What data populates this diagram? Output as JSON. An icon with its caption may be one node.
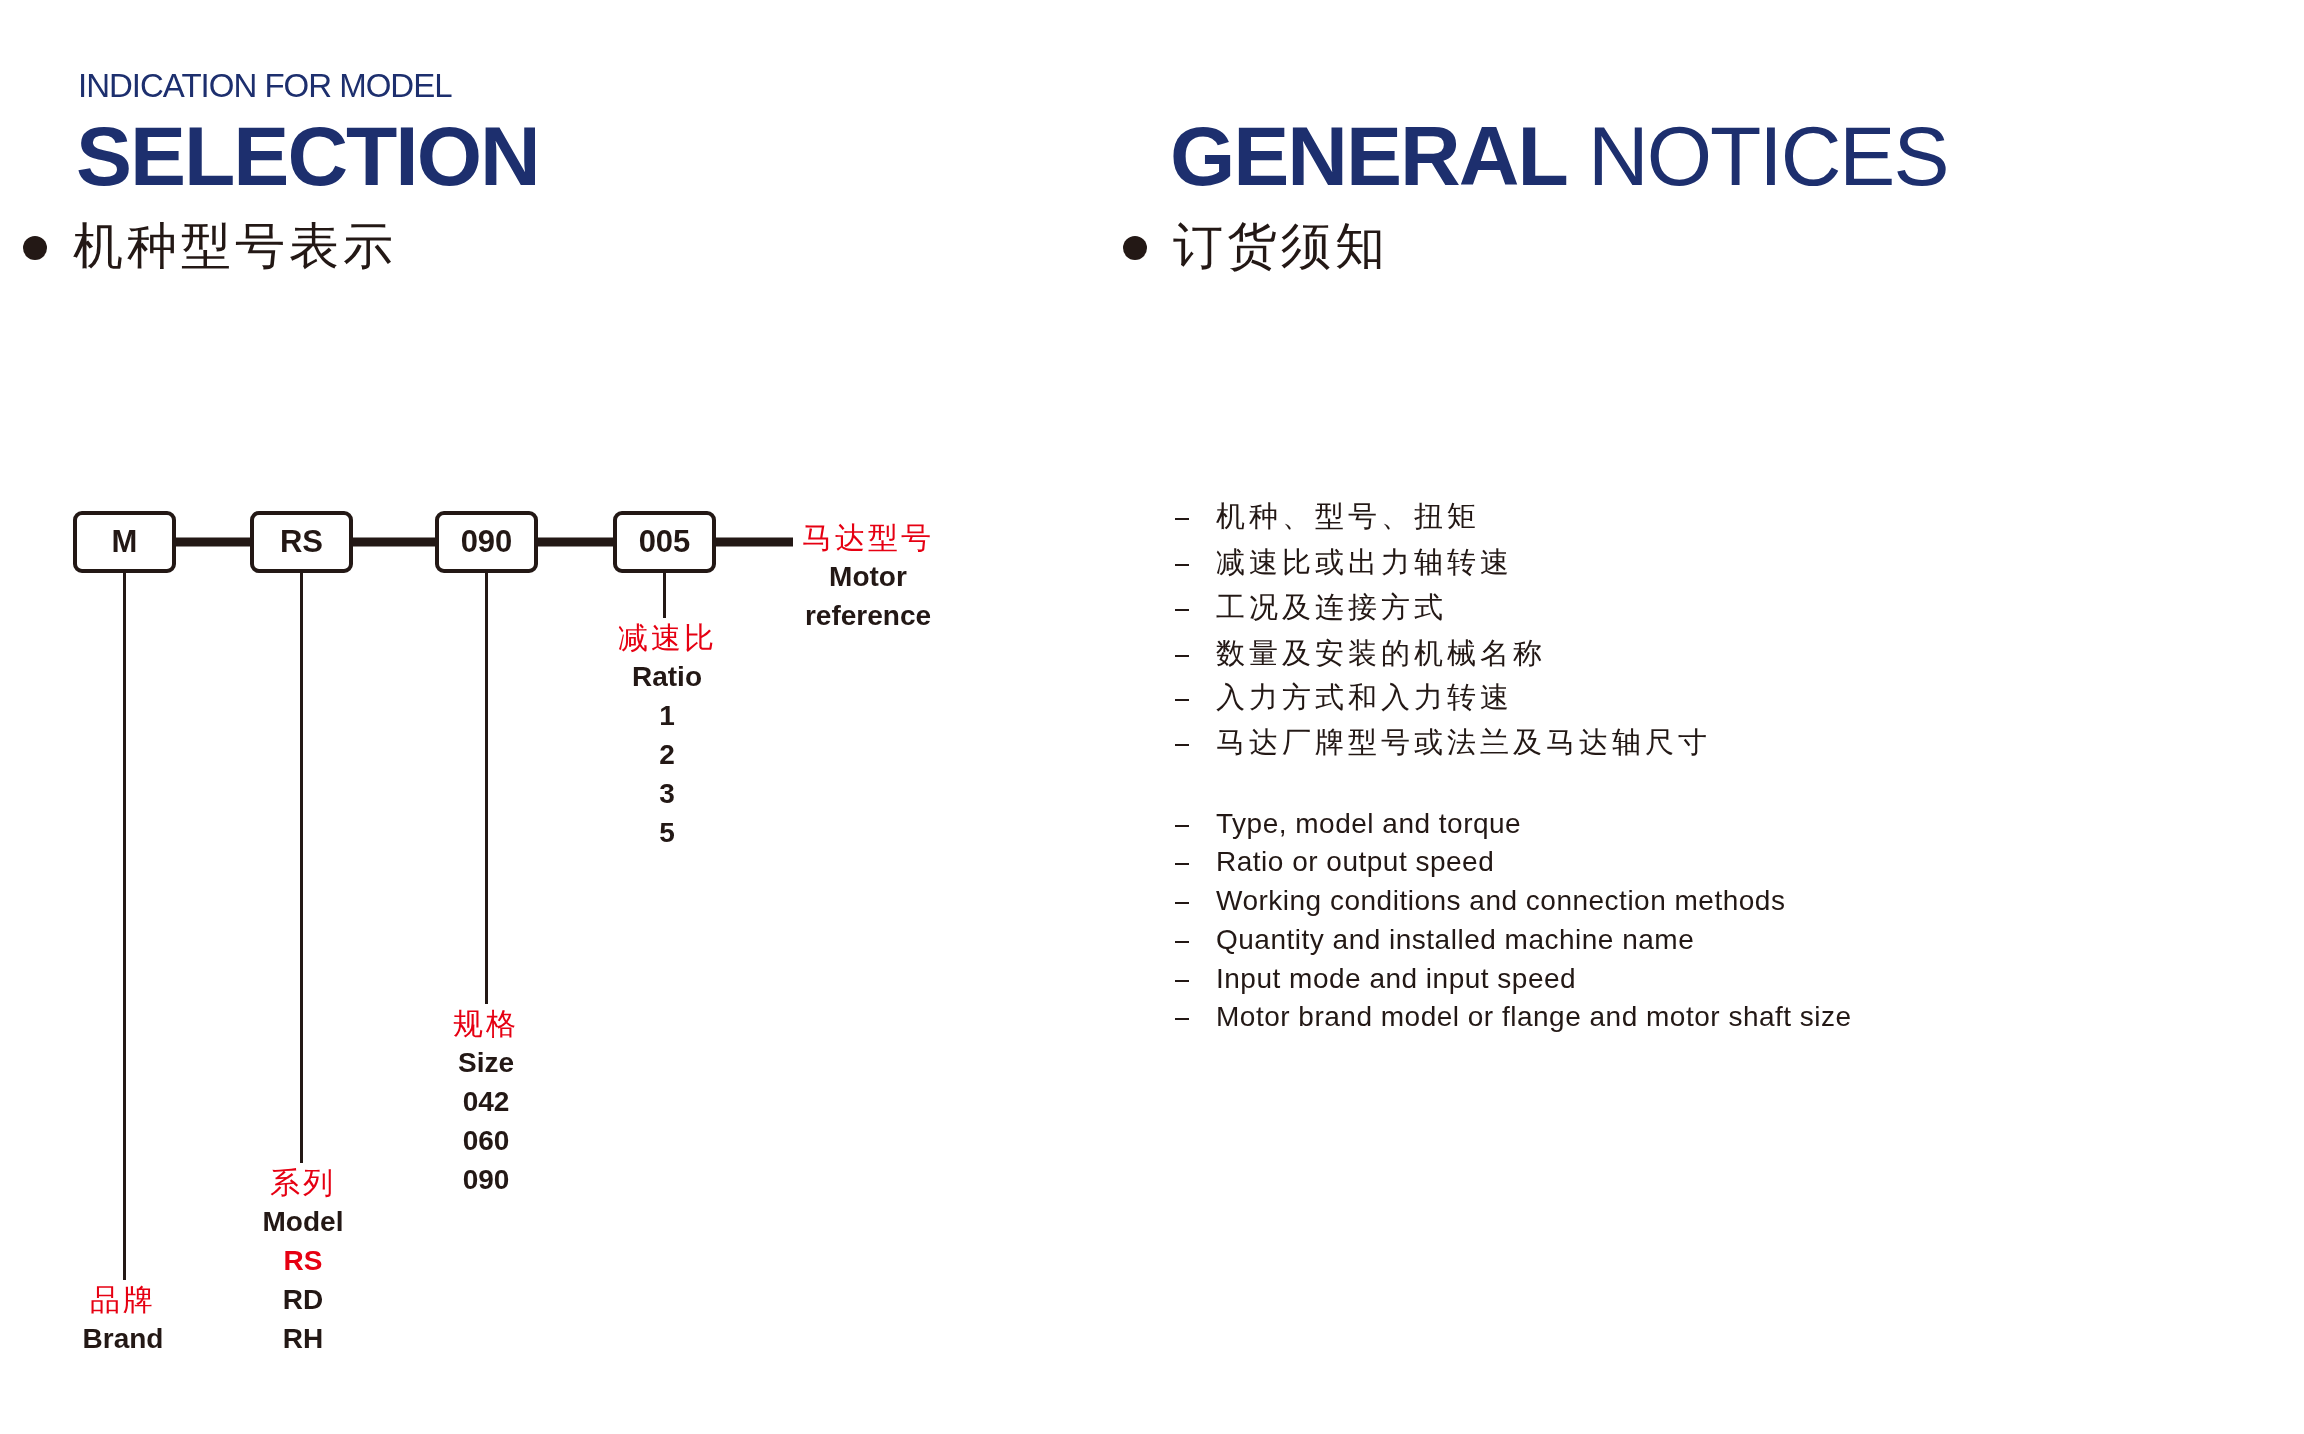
{
  "diagram": {
    "nodes": [
      {
        "text": [
          "M"
        ]
      },
      {
        "text": [
          "RS"
        ]
      },
      {
        "text": [
          "090"
        ]
      },
      {
        "text": [
          "005"
        ]
      },
      {
        "text": [
          "马达型号",
          "Motor reference"
        ]
      },
      {
        "text": [
          "品牌",
          "Brand"
        ]
      },
      {
        "text": [
          "系列",
          "Model",
          "RS",
          "RD",
          "RH"
        ]
      },
      {
        "text": [
          "规格",
          "Size",
          "042",
          "060",
          "090"
        ]
      },
      {
        "text": [
          "减速比",
          "Ratio",
          "1",
          "2",
          "3",
          "5"
        ]
      }
    ],
    "edges": [
      {
        "from": 0,
        "to": 1,
        "arrow": "none",
        "style": "thick"
      },
      {
        "from": 1,
        "to": 2,
        "arrow": "none",
        "style": "thick"
      },
      {
        "from": 2,
        "to": 3,
        "arrow": "none",
        "style": "thick"
      },
      {
        "from": 3,
        "to": 4,
        "arrow": "none",
        "style": "thick"
      },
      {
        "from": 0,
        "to": 5,
        "arrow": "none"
      },
      {
        "from": 1,
        "to": 6,
        "arrow": "none"
      },
      {
        "from": 2,
        "to": 7,
        "arrow": "none"
      },
      {
        "from": 3,
        "to": 8,
        "arrow": "none"
      }
    ],
    "labels": [
      "INDICATION FOR MODEL",
      "SELECTION",
      "机种型号表示",
      "**GENERAL** NOTICES",
      "订货须知",
      "机种、型号、扭矩",
      "减速比或出力轴转速",
      "工况及连接方式",
      "数量及安装的机械名称",
      "入力方式和入力转速",
      "马达厂牌型号或法兰及马达轴尺寸",
      "Type, model and torque",
      "Ratio or output speed",
      "Working conditions and connection methods",
      "Quantity and installed machine name",
      "Input mode and input speed",
      "Motor brand model or flange and motor shaft size"
    ]
  }
}
